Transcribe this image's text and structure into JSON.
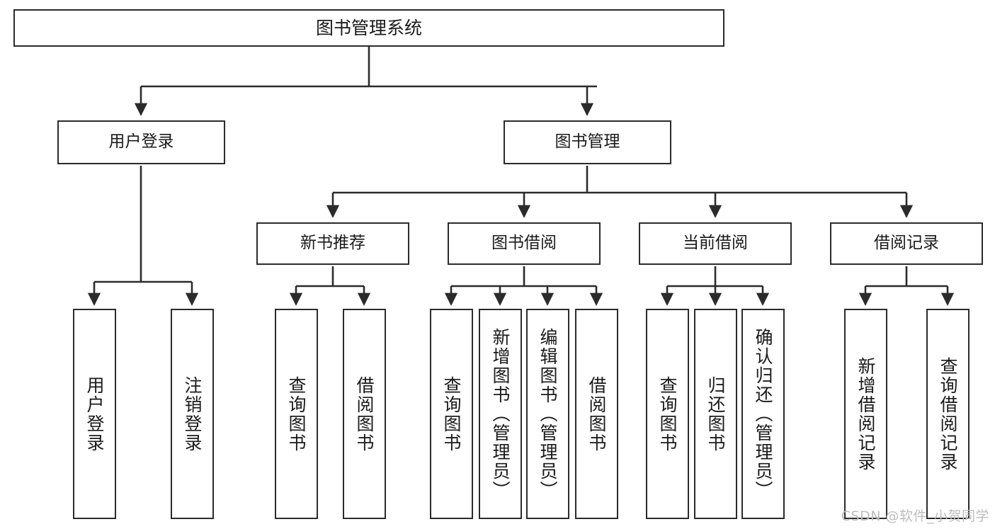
{
  "diagram": {
    "title": "图书管理系统",
    "type": "hierarchy-tree",
    "root": {
      "label": "图书管理系统"
    },
    "level2": [
      {
        "id": "user-login",
        "label": "用户登录"
      },
      {
        "id": "book-management",
        "label": "图书管理"
      }
    ],
    "level3": [
      {
        "id": "new-book-recommend",
        "label": "新书推荐",
        "parent": "book-management"
      },
      {
        "id": "book-borrow",
        "label": "图书借阅",
        "parent": "book-management"
      },
      {
        "id": "current-borrow",
        "label": "当前借阅",
        "parent": "book-management"
      },
      {
        "id": "borrow-record",
        "label": "借阅记录",
        "parent": "book-management"
      }
    ],
    "leaves": [
      {
        "id": "leaf-user-login",
        "label": "用户登录",
        "parent": "user-login"
      },
      {
        "id": "leaf-logout-login",
        "label": "注销登录",
        "parent": "user-login"
      },
      {
        "id": "leaf-query-book-1",
        "label": "查询图书",
        "parent": "new-book-recommend"
      },
      {
        "id": "leaf-borrow-book-1",
        "label": "借阅图书",
        "parent": "new-book-recommend"
      },
      {
        "id": "leaf-query-book-2",
        "label": "查询图书",
        "parent": "book-borrow"
      },
      {
        "id": "leaf-add-book",
        "label": "新增图书（管理员）",
        "parent": "book-borrow"
      },
      {
        "id": "leaf-edit-book",
        "label": "编辑图书（管理员）",
        "parent": "book-borrow"
      },
      {
        "id": "leaf-borrow-book-2",
        "label": "借阅图书",
        "parent": "book-borrow"
      },
      {
        "id": "leaf-query-book-3",
        "label": "查询图书",
        "parent": "current-borrow"
      },
      {
        "id": "leaf-return-book",
        "label": "归还图书",
        "parent": "current-borrow"
      },
      {
        "id": "leaf-confirm-return",
        "label": "确认归还（管理员）",
        "parent": "current-borrow"
      },
      {
        "id": "leaf-add-record",
        "label": "新增借阅记录",
        "parent": "borrow-record"
      },
      {
        "id": "leaf-query-record",
        "label": "查询借阅记录",
        "parent": "borrow-record"
      }
    ],
    "watermark": "CSDN @软件_小贺同学",
    "colors": {
      "stroke": "#2b2b2b",
      "fill": "#ffffff",
      "text": "#1a1a1a",
      "watermark": "#bdbdbd"
    }
  }
}
